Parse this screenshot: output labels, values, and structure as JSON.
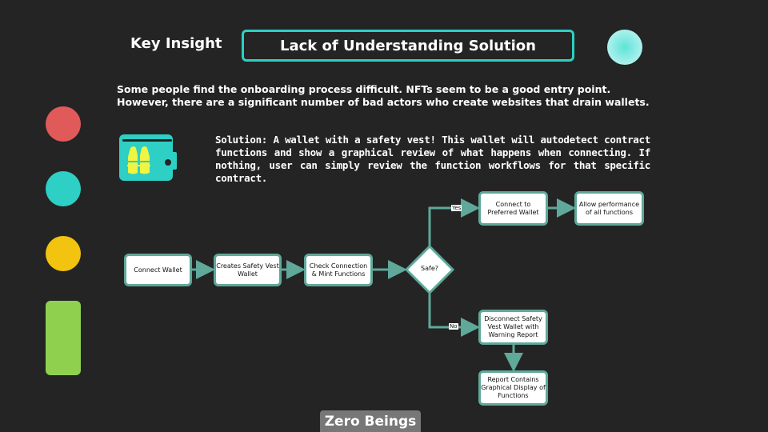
{
  "header": {
    "key_insight": "Key Insight",
    "title": "Lack of Understanding Solution"
  },
  "intro": "Some people find the onboarding process difficult. NFTs seem to be a good entry point. However, there are a significant number of bad actors who create websites that drain wallets.",
  "solution": "Solution: A wallet with a safety vest! This wallet will autodetect contract functions and show a graphical review of what happens when connecting. If nothing, user can simply review the function workflows for that specific contract.",
  "colors": {
    "red": "#e05a5a",
    "teal": "#2ecfc4",
    "yellow": "#f2c40f",
    "green": "#8fd14f",
    "accent": "#5fa89a"
  },
  "flow": {
    "connect_wallet": "Connect Wallet",
    "creates_vest": "Creates Safety Vest Wallet",
    "check_connection": "Check Connection & Mint Functions",
    "safe": "Safe?",
    "yes": "Yes",
    "no": "No",
    "connect_preferred": "Connect to Preferred Wallet",
    "allow_all": "Allow performance of all functions",
    "disconnect": "Disconnect Safety Vest Wallet with Warning Report",
    "report": "Report Contains Graphical Display of Functions"
  },
  "footer": "Zero Beings"
}
